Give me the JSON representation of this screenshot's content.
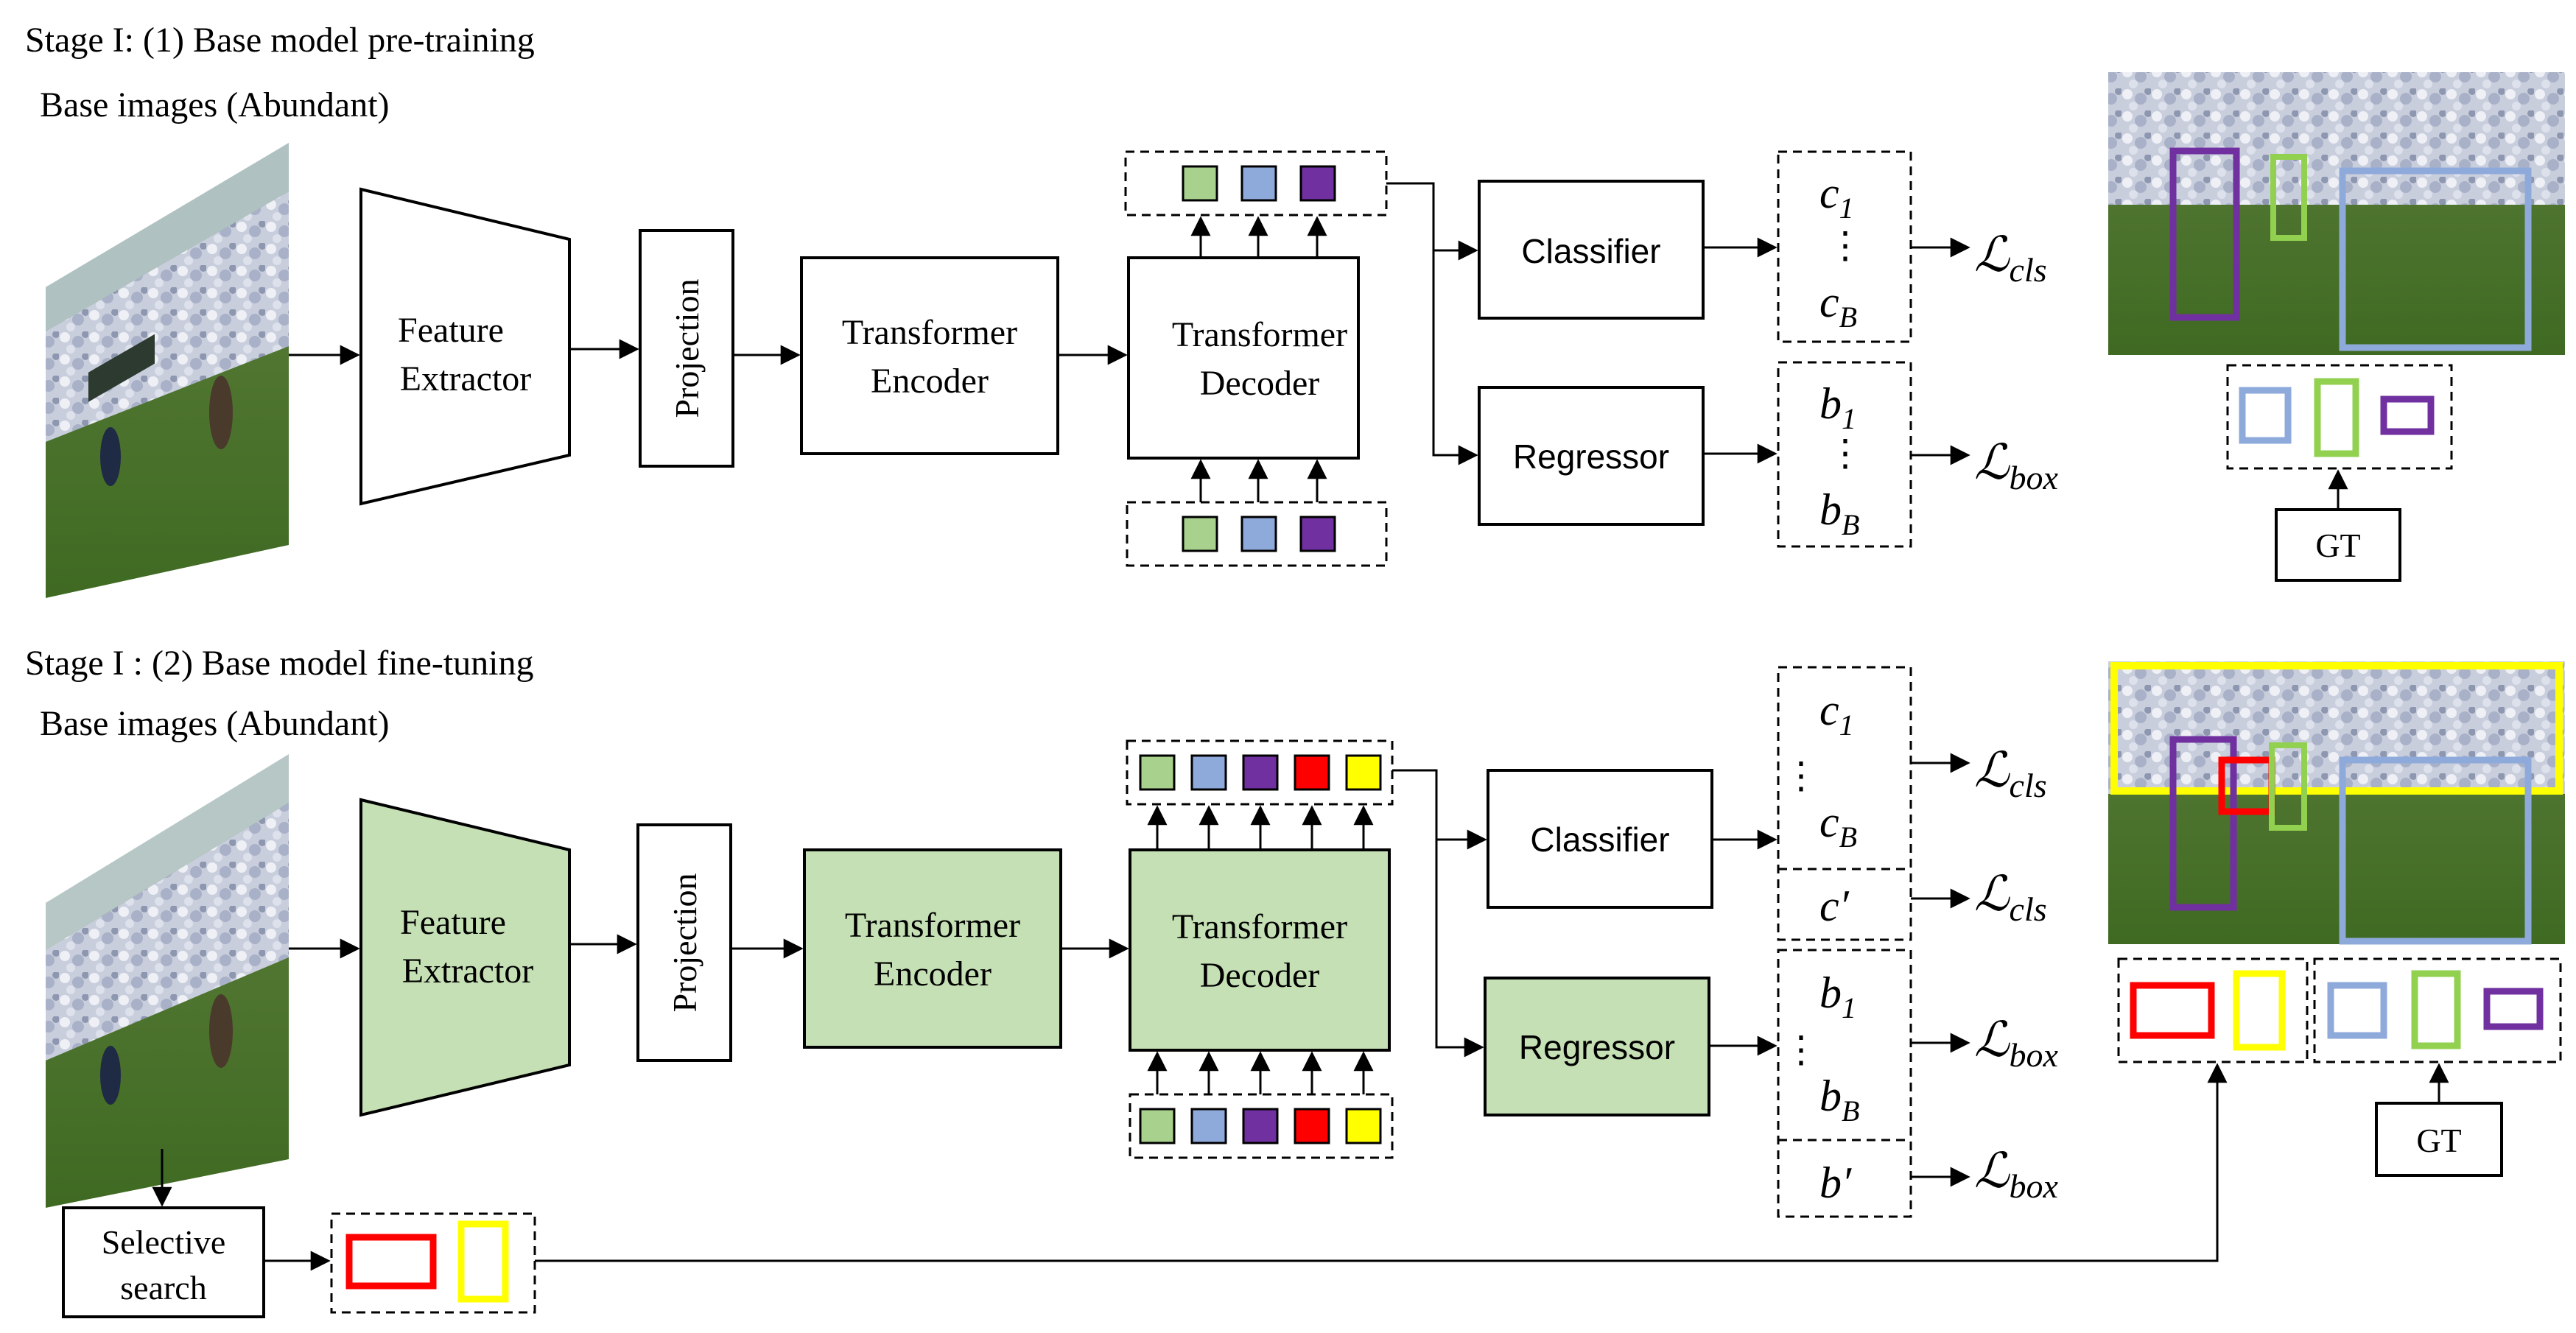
{
  "stage1": {
    "title": "Stage I: (1) Base model pre-training",
    "input_label": "Base images (Abundant)",
    "feature_extractor": [
      "Feature",
      "Extractor"
    ],
    "projection": "Projection",
    "encoder": [
      "Transformer",
      "Encoder"
    ],
    "decoder": [
      "Transformer",
      "Decoder"
    ],
    "classifier": "Classifier",
    "regressor": "Regressor",
    "cls_outputs": {
      "first": "c",
      "first_sub": "1",
      "dots": "⋮",
      "last": "c",
      "last_sub": "B"
    },
    "box_outputs": {
      "first": "b",
      "first_sub": "1",
      "dots": "⋮",
      "last": "b",
      "last_sub": "B"
    },
    "loss_cls": {
      "main": "ℒ",
      "sub": "cls"
    },
    "loss_box": {
      "main": "ℒ",
      "sub": "box"
    },
    "gt": "GT",
    "query_colors": [
      "#a9d18e",
      "#8eaadb",
      "#7030a0"
    ]
  },
  "stage2": {
    "title": "Stage I : (2) Base model fine-tuning",
    "input_label": "Base images (Abundant)",
    "feature_extractor": [
      "Feature",
      "Extractor"
    ],
    "projection": "Projection",
    "encoder": [
      "Transformer",
      "Encoder"
    ],
    "decoder": [
      "Transformer",
      "Decoder"
    ],
    "classifier": "Classifier",
    "regressor": "Regressor",
    "cls_outputs": {
      "first": "c",
      "first_sub": "1",
      "dots": "⋮",
      "last": "c",
      "last_sub": "B",
      "extra": "c′"
    },
    "box_outputs": {
      "first": "b",
      "first_sub": "1",
      "dots": "⋮",
      "last": "b",
      "last_sub": "B",
      "extra": "b′"
    },
    "loss_cls": {
      "main": "ℒ",
      "sub": "cls"
    },
    "loss_box": {
      "main": "ℒ",
      "sub": "box"
    },
    "gt": "GT",
    "selective_search": [
      "Selective",
      "search"
    ],
    "query_colors": [
      "#a9d18e",
      "#8eaadb",
      "#7030a0",
      "#ff0000",
      "#ffff00"
    ]
  },
  "colors": {
    "trainable_fill": "#c5e0b4",
    "gt_box_blue": "#8eaadb",
    "gt_box_green": "#92d050",
    "gt_box_purple": "#7030a0",
    "proposal_red": "#ff0000",
    "proposal_yellow": "#ffff00"
  }
}
